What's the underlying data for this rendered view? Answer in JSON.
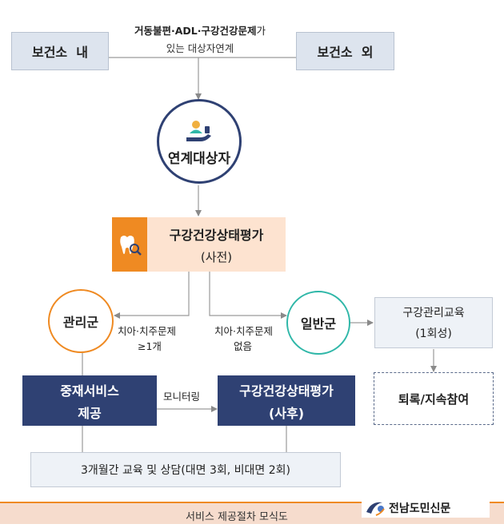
{
  "top": {
    "left_box": "보건소  내",
    "right_box": "보건소  외",
    "criteria_line1_bold": "거동불편·ADL·구강건강문제",
    "criteria_line1_tail": "가",
    "criteria_line2": "있는 대상자연계"
  },
  "linked_target": {
    "label": "연계대상자",
    "icon": "person-hand-icon"
  },
  "pre_assessment": {
    "title": "구강건강상태평가",
    "sub": "(사전)",
    "icon": "tooth-magnifier-icon"
  },
  "management_group": {
    "label": "관리군",
    "condition_line1": "치아·치주문제",
    "condition_line2": "≥1개"
  },
  "general_group": {
    "label": "일반군",
    "condition_line1": "치아·치주문제",
    "condition_line2": "없음"
  },
  "education": {
    "line1": "구강관리교육",
    "line2": "(1회성)"
  },
  "exit": {
    "label": "퇴록/지속참여"
  },
  "intervention": {
    "line1": "중재서비스",
    "line2": "제공"
  },
  "monitoring": "모니터링",
  "post_assessment": {
    "line1": "구강건강상태평가",
    "line2": "(사후)"
  },
  "counseling": "3개월간 교육 및 상담(대면 3회, 비대면 2회)",
  "caption": "서비스 제공절차 모식도",
  "publisher": "전남도민신문",
  "colors": {
    "navy": "#2f4173",
    "orange": "#ef8a22",
    "peach": "#fde3d0",
    "teal": "#2fb7a8",
    "gray_box": "#dde4ee",
    "caption_bar": "#f6dccd"
  }
}
